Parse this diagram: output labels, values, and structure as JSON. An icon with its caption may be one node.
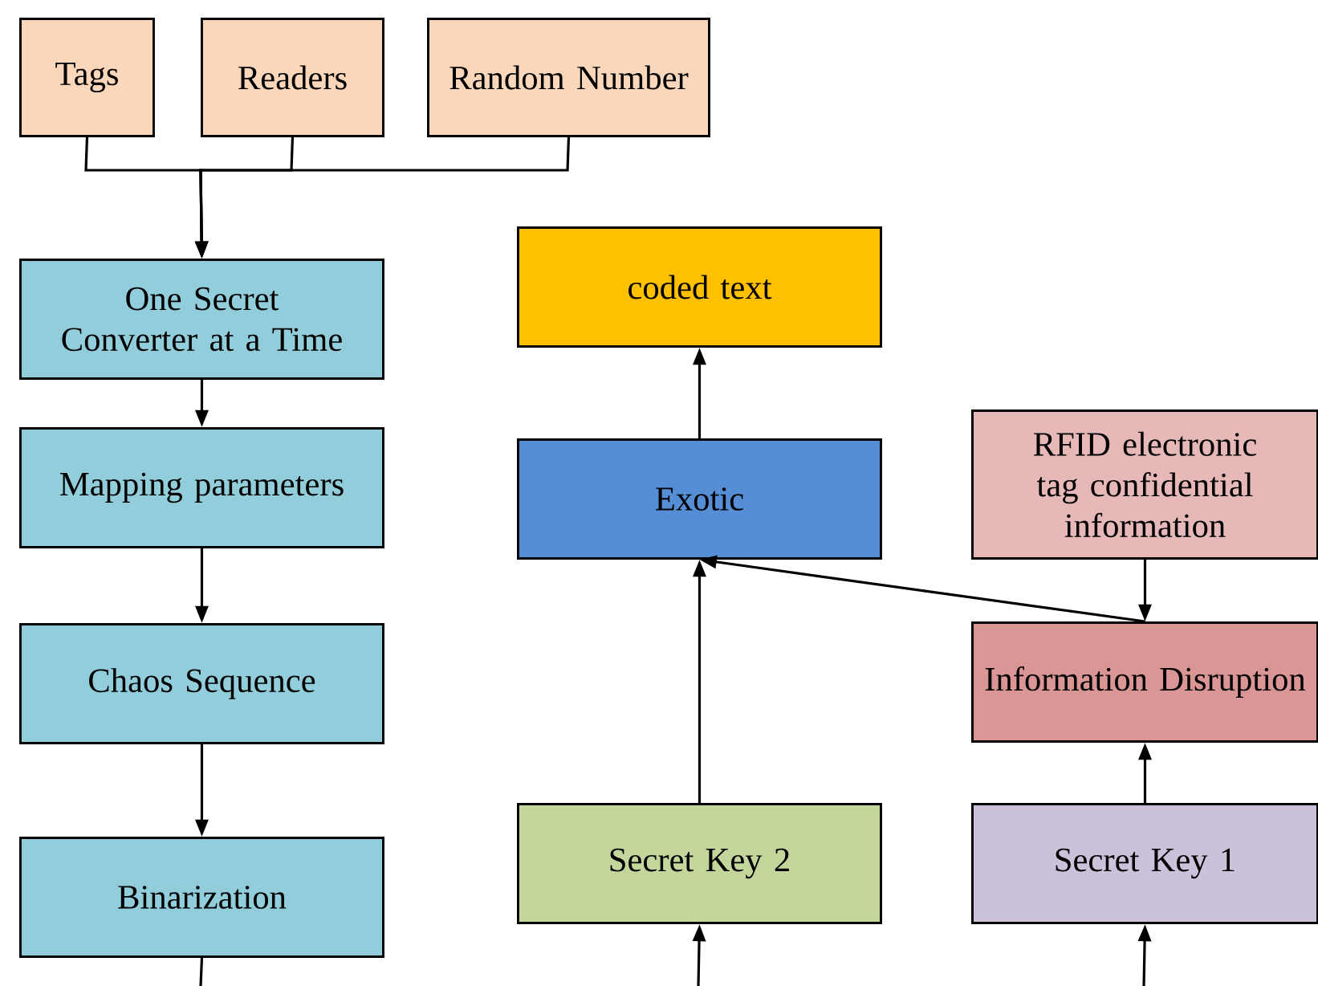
{
  "diagram": {
    "nodes": [
      {
        "text": [
          "Tags"
        ]
      },
      {
        "text": [
          "Readers"
        ]
      },
      {
        "text": [
          "Random Number"
        ]
      },
      {
        "text": [
          "One Secret Converter at a Time"
        ]
      },
      {
        "text": [
          "Mapping parameters"
        ]
      },
      {
        "text": [
          "Chaos Sequence"
        ]
      },
      {
        "text": [
          "Binarization"
        ]
      },
      {
        "text": [
          "coded text"
        ]
      },
      {
        "text": [
          "Exotic"
        ]
      },
      {
        "text": [
          "RFID electronic tag confidential information"
        ]
      },
      {
        "text": [
          "Information Disruption"
        ]
      },
      {
        "text": [
          "Secret Key 2"
        ]
      },
      {
        "text": [
          "Secret Key 1"
        ]
      }
    ],
    "edges": [
      {
        "from": 0,
        "to": 3,
        "arrow": "to"
      },
      {
        "from": 1,
        "to": 3,
        "arrow": "to"
      },
      {
        "from": 2,
        "to": 3,
        "arrow": "to"
      },
      {
        "from": 3,
        "to": 4,
        "arrow": "to"
      },
      {
        "from": 4,
        "to": 5,
        "arrow": "to"
      },
      {
        "from": 5,
        "to": 6,
        "arrow": "to"
      },
      {
        "from": 6,
        "to": null,
        "arrow": "none"
      },
      {
        "from": 8,
        "to": 7,
        "arrow": "to"
      },
      {
        "from": 11,
        "to": 8,
        "arrow": "to"
      },
      {
        "from": 10,
        "to": 8,
        "arrow": "to"
      },
      {
        "from": 9,
        "to": 10,
        "arrow": "to"
      },
      {
        "from": 12,
        "to": 10,
        "arrow": "to"
      },
      {
        "from": null,
        "to": 11,
        "arrow": "to"
      },
      {
        "from": null,
        "to": 12,
        "arrow": "to"
      }
    ]
  }
}
